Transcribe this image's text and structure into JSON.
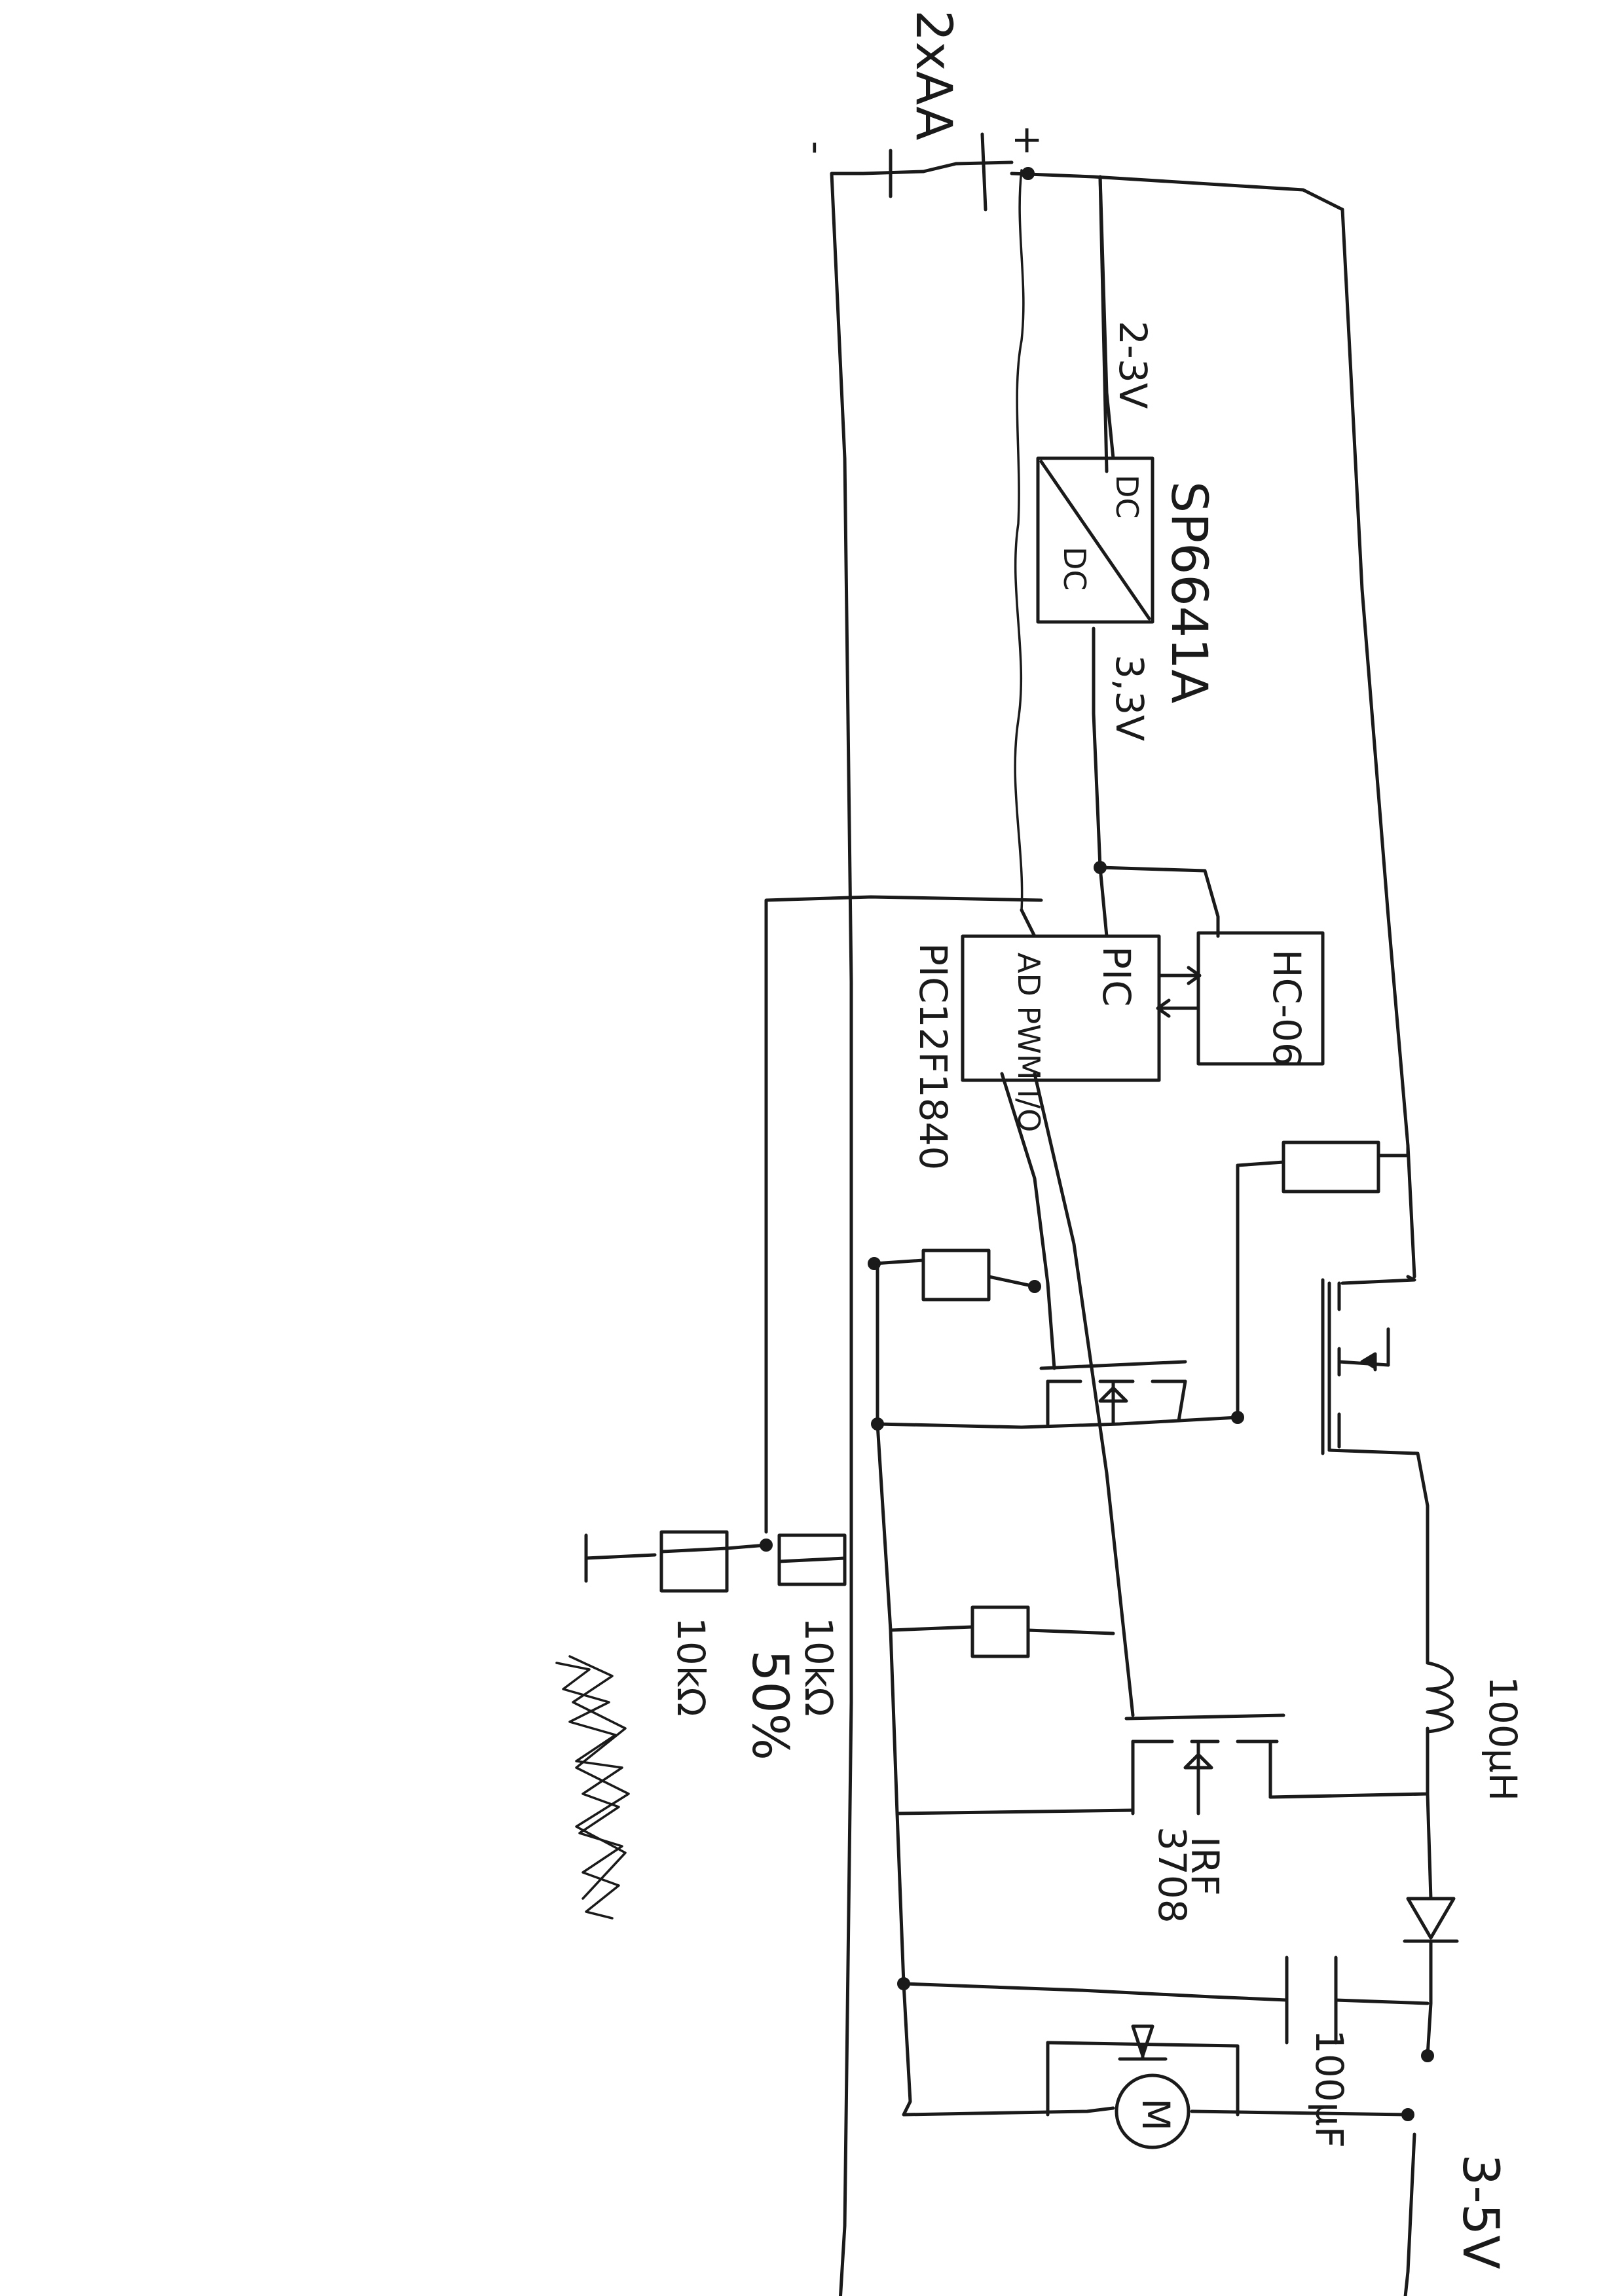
{
  "battery": {
    "count_label": "2xAA",
    "plus": "+",
    "minus": "-"
  },
  "converter": {
    "input_label": "2-3V",
    "name": "SP6641A",
    "output_label": "3,3V",
    "block_top": "DC",
    "block_bottom": "DC"
  },
  "microcontroller": {
    "name": "PIC12F1840",
    "body_text": "PIC",
    "pins_text": "AD PWM I/O"
  },
  "bluetooth": {
    "name": "HC-06"
  },
  "mosfet": {
    "label_1": "IRF",
    "label_2": "3708"
  },
  "inductor": {
    "label": "100µH"
  },
  "capacitor": {
    "label": "100µF"
  },
  "output": {
    "label": "3-5V"
  },
  "motor": {
    "symbol": "M"
  },
  "divider": {
    "r_top": "10kΩ",
    "r_bottom": "10kΩ",
    "ratio": "50%"
  }
}
